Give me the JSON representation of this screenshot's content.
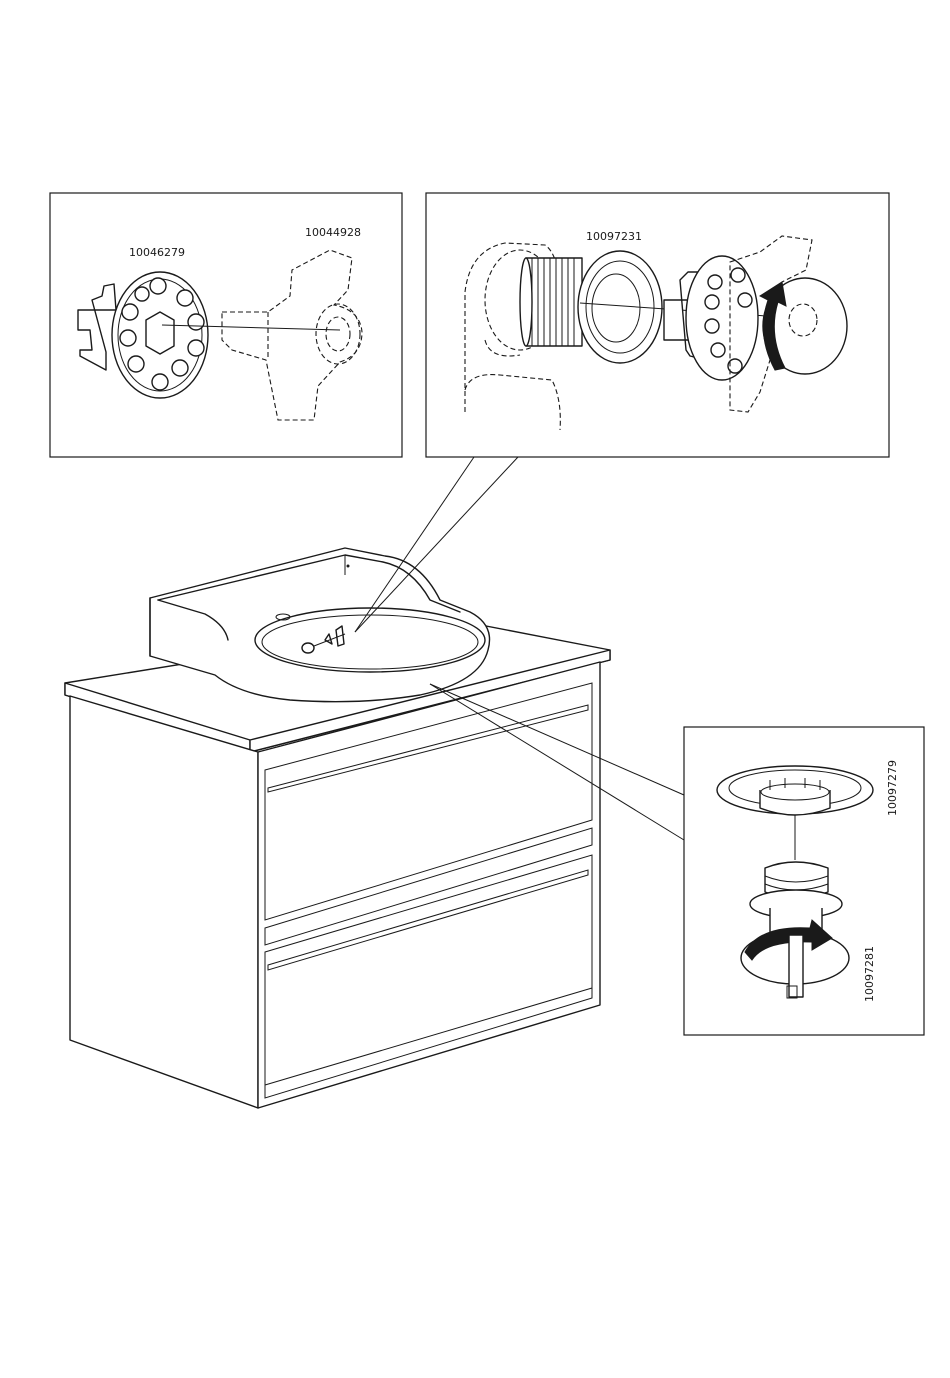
{
  "parts": {
    "cap_nut": "10046279",
    "handle": "10044928",
    "overflow_tube": "10097231",
    "drain_flange": "10097279",
    "drain_body": "10097281"
  }
}
